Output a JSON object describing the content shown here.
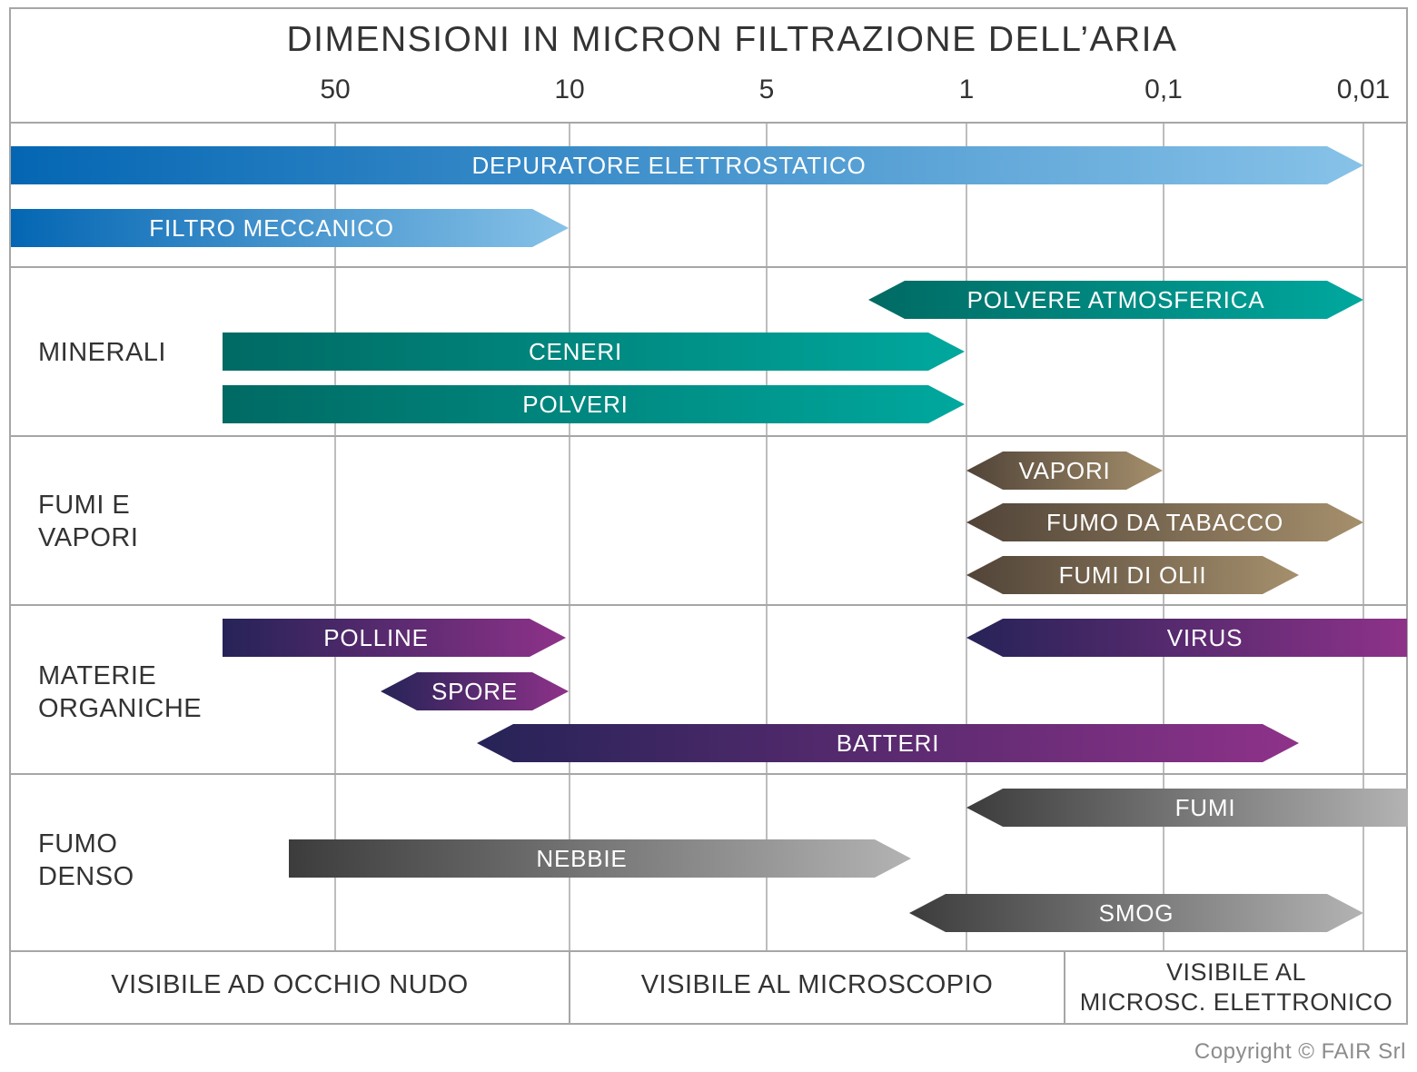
{
  "title": "DIMENSIONI IN MICRON FILTRAZIONE DELL’ARIA",
  "axis_ticks": [
    "50",
    "10",
    "5",
    "1",
    "0,1",
    "0,01"
  ],
  "categories": {
    "minerali": "MINERALI",
    "fumi_vapori": [
      "FUMI E",
      "VAPORI"
    ],
    "materie_organiche": [
      "MATERIE",
      "ORGANICHE"
    ],
    "fumo_denso": [
      "FUMO",
      "DENSO"
    ]
  },
  "bars": {
    "depuratore": "DEPURATORE ELETTROSTATICO",
    "filtro": "FILTRO MECCANICO",
    "polvere_atm": "POLVERE ATMOSFERICA",
    "ceneri": "CENERI",
    "polveri": "POLVERI",
    "vapori": "VAPORI",
    "tabacco": "FUMO DA TABACCO",
    "olii": "FUMI DI OLII",
    "polline": "POLLINE",
    "virus": "VIRUS",
    "spore": "SPORE",
    "batteri": "BATTERI",
    "fumi": "FUMI",
    "nebbie": "NEBBIE",
    "smog": "SMOG"
  },
  "footer": {
    "occhio": "VISIBILE AD OCCHIO NUDO",
    "microscopio": "VISIBILE AL MICROSCOPIO",
    "elettronico": [
      "VISIBILE AL",
      "MICROSC. ELETTRONICO"
    ]
  },
  "copyright": "Copyright © FAIR Srl",
  "colors": {
    "blue": [
      "#0466b3",
      "#87c2e8"
    ],
    "teal": [
      "#006a63",
      "#00a89e"
    ],
    "brown": [
      "#514438",
      "#a58f6c"
    ],
    "purple": [
      "#262357",
      "#8e3289"
    ],
    "gray": [
      "#3c3c3c",
      "#b3b3b3"
    ]
  }
}
